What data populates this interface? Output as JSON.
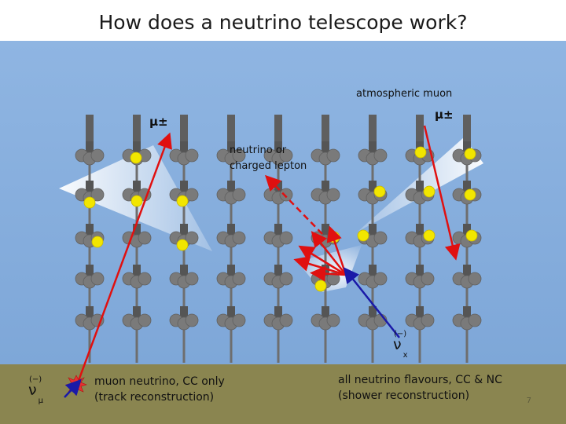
{
  "title": "How does a neutrino telescope work?",
  "labels": {
    "atmospheric_muon": "atmospheric muon",
    "mu_left": "μ±",
    "mu_right": "μ±",
    "neutrino_or_lepton_line1": "neutrino or",
    "neutrino_or_lepton_line2": "charged lepton",
    "nu_x_symbol": "ν",
    "nu_x_sub": "x",
    "nu_mu_symbol": "ν",
    "nu_mu_sub": "μ",
    "nu_bar_mark": "(−)"
  },
  "footer": {
    "left_line1": "muon neutrino, CC only",
    "left_line2": "(track reconstruction)",
    "right_line1": "all neutrino flavours, CC & NC",
    "right_line2": "(shower reconstruction)",
    "page_number": "7"
  },
  "colors": {
    "water": "#8fb5e2",
    "seabed": "#8a8550",
    "string": "#6e6e6e",
    "module": "#7a7a7a",
    "hit": "#f2e600",
    "track_red": "#e01010",
    "track_blue": "#1a1aa8"
  }
}
